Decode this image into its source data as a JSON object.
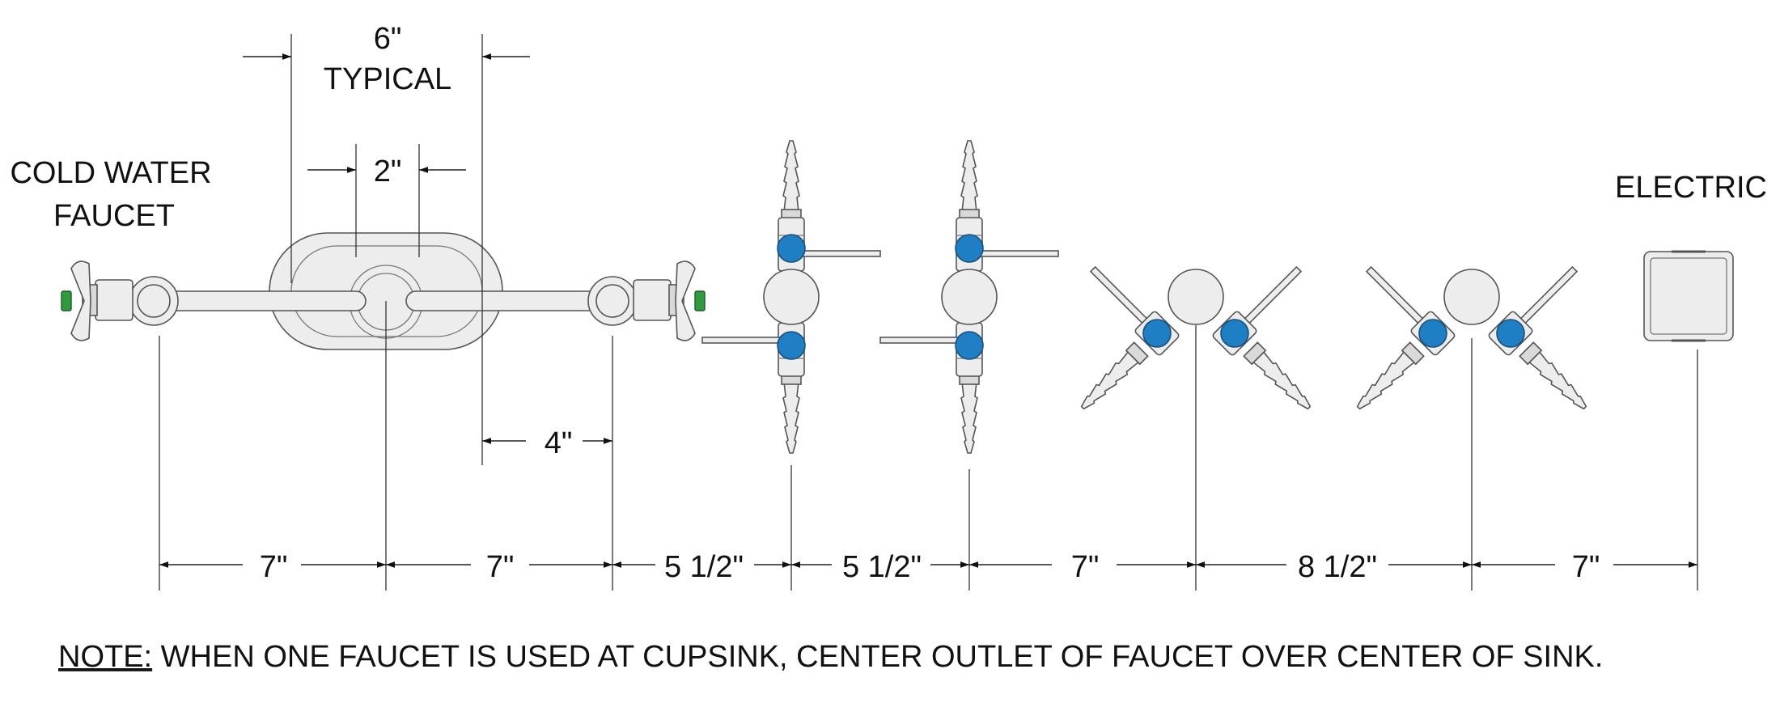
{
  "labels": {
    "cold_water_line1": "COLD WATER",
    "cold_water_line2": "FAUCET",
    "electric": "ELECTRIC"
  },
  "dimensions": {
    "typical_value": "6\"",
    "typical_word": "TYPICAL",
    "outlet_spacing": "2\"",
    "offset": "4\"",
    "bottom": [
      "7\"",
      "7\"",
      "5 1/2\"",
      "5 1/2\"",
      "7\"",
      "8 1/2\"",
      "7\""
    ]
  },
  "note": {
    "prefix": "NOTE:",
    "text": " WHEN ONE FAUCET IS USED AT CUPSINK, CENTER OUTLET OF FAUCET OVER CENTER OF SINK."
  },
  "colors": {
    "handle_blue": "#1f7fc4",
    "cap_green": "#2e9b3c"
  }
}
